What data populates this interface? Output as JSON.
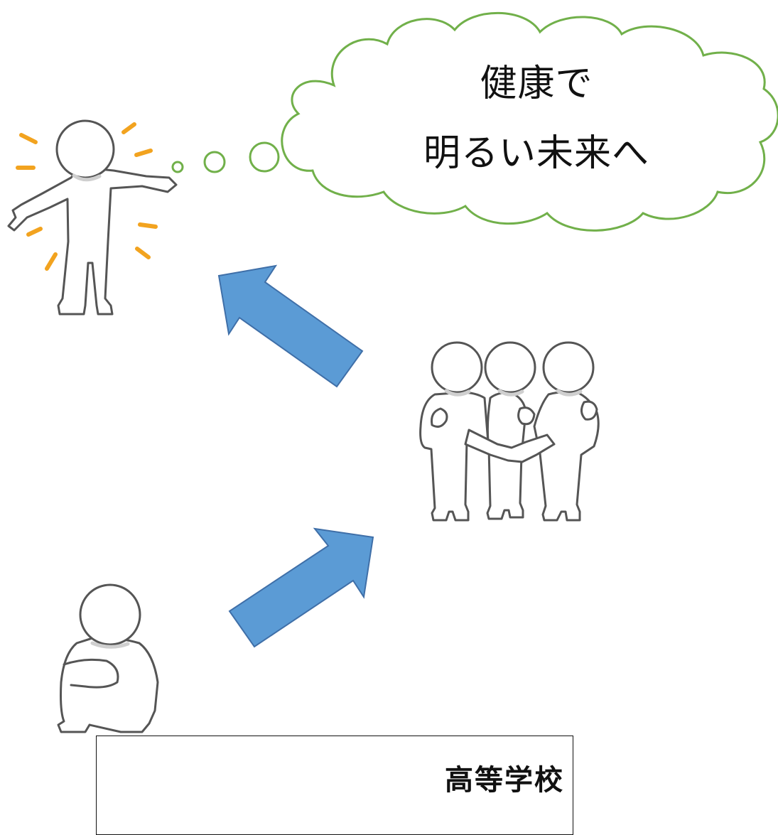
{
  "thought_bubble": {
    "line1": "健康で",
    "line2": "明るい未来へ"
  },
  "label_box": {
    "school_label": "高等学校"
  },
  "colors": {
    "cloud_outline": "#71b04a",
    "arrow_fill": "#5b9bd5",
    "arrow_outline": "#3f6fa8",
    "figure_outline": "#555555",
    "sparkle": "#f2a31f",
    "neck_shadow": "#cfcfcf"
  }
}
